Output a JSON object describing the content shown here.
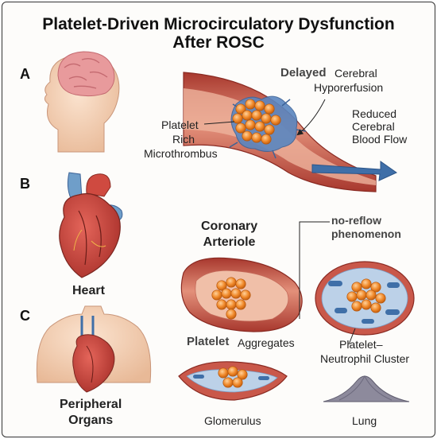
{
  "title_line1": "Platelet-Driven Microcirculatory Dysfunction",
  "title_line2": "After ROSC",
  "sections": {
    "a": "A",
    "b": "B",
    "c": "C"
  },
  "labels": {
    "delayed": "Delayed",
    "cerebral_l1": "Cerebral",
    "cerebral_l2": "Hyporerfusion",
    "platelet_rich_l1": "Platelet",
    "platelet_rich_l2": "Rich",
    "platelet_rich_l3": "Microthrombus",
    "reduced_l1": "Reduced",
    "reduced_l2": "Cerebral",
    "reduced_l3": "Blood Flow",
    "coronary_l1": "Coronary",
    "coronary_l2": "Arteriole",
    "noreflow_l1": "no-reflow",
    "noreflow_l2": "phenomenon",
    "heart": "Heart",
    "platelet_aggregates_a": "Platelet",
    "platelet_aggregates_b": "Aggregates",
    "pn_l1": "Platelet–",
    "pn_l2": "Neutrophil Cluster",
    "peripheral_l1": "Peripheral",
    "peripheral_l2": "Organs",
    "glomerulus": "Glomerulus",
    "lung": "Lung"
  },
  "colors": {
    "vessel": "#c9584a",
    "vessel_inner": "#e9a98f",
    "platelet": "#f0892a",
    "thrombus": "#5a86c0",
    "arrow": "#3f6fa8"
  }
}
